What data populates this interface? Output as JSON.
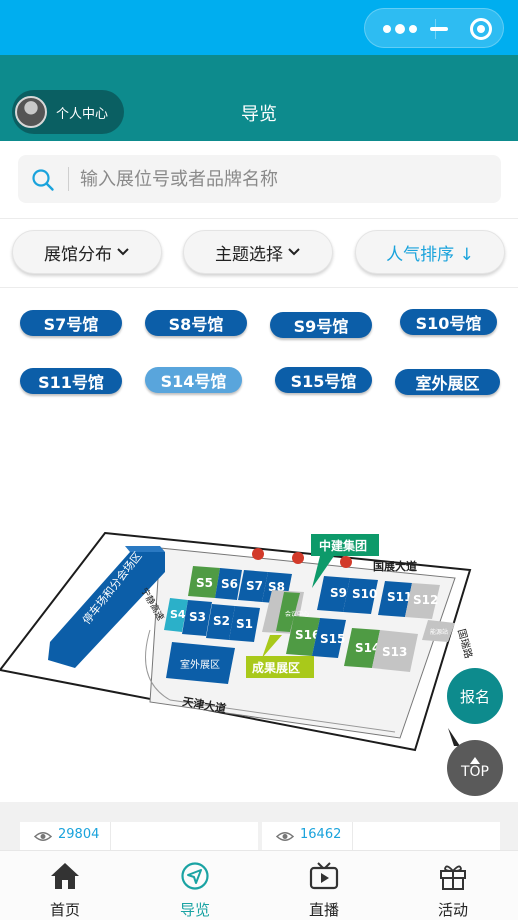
{
  "header": {
    "title": "导览",
    "profile_label": "个人中心",
    "capsule_icons": [
      "more-icon",
      "minimize-icon",
      "close-target-icon"
    ]
  },
  "search": {
    "placeholder": "输入展位号或者品牌名称"
  },
  "filters": [
    {
      "label": "展馆分布",
      "icon": "chevron-down-icon",
      "active": false
    },
    {
      "label": "主题选择",
      "icon": "chevron-down-icon",
      "active": false
    },
    {
      "label": "人气排序 ↓",
      "active": true
    }
  ],
  "halls": [
    "S7号馆",
    "S8号馆",
    "S9号馆",
    "S10号馆",
    "S11号馆",
    "S14号馆",
    "S15号馆",
    "室外展区"
  ],
  "map": {
    "callout_top": "中建集团",
    "callout_bottom": "成果展区",
    "parking": "停车场和分会场区",
    "roads": [
      "国展大道",
      "天津大道",
      "宁静高速",
      "国瑞路"
    ],
    "booths": [
      "S5",
      "S6",
      "S7",
      "S8",
      "S9",
      "S10",
      "S11",
      "S12",
      "S4",
      "S3",
      "S2",
      "S1",
      "S16",
      "S15",
      "S14",
      "S13"
    ],
    "outdoor": "室外展区",
    "center_block": "会议中心",
    "side_block": "能源站"
  },
  "floating": {
    "signup": "报名",
    "top": "TOP"
  },
  "cards": [
    {
      "views": "29804"
    },
    {
      "views": "16462"
    }
  ],
  "tabbar": [
    {
      "label": "首页",
      "icon": "home-icon"
    },
    {
      "label": "导览",
      "icon": "navigation-icon",
      "active": true
    },
    {
      "label": "直播",
      "icon": "tv-icon"
    },
    {
      "label": "活动",
      "icon": "gift-icon"
    }
  ],
  "colors": {
    "topbar": "#00aeef",
    "navbar": "#0d8b8d",
    "accent": "#1aa3dc",
    "hall": "#0c5ea8",
    "hall_selected": "#59a5dc",
    "signup": "#0d8b8d"
  }
}
